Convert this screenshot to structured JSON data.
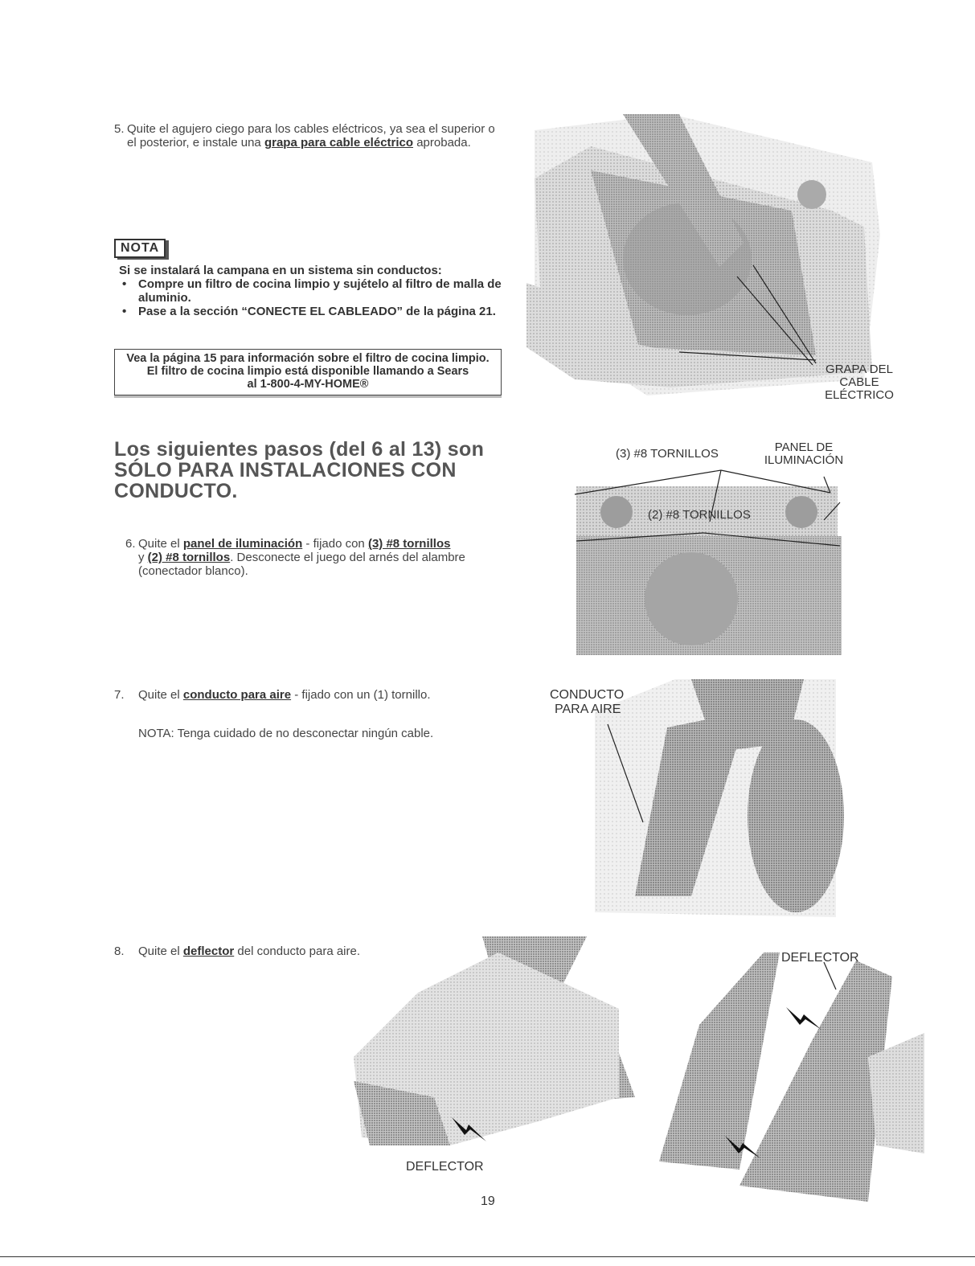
{
  "step5": {
    "num": "5.",
    "text_a": "Quite el agujero ciego para los cables eléctricos, ya sea el superior o el posterior, e instale una ",
    "link": "grapa para cable eléctrico",
    "text_b": " aprobada."
  },
  "nota": {
    "badge": "NOTA",
    "intro": "Si se instalará la campana en un sistema sin conductos:",
    "bullets": [
      "Compre un filtro de cocina limpio y sujételo al filtro de malla de aluminio.",
      "Pase a la sección “CONECTE EL CABLEADO” de la página 21."
    ],
    "box_line1": "Vea la página 15 para información sobre el filtro de cocina limpio.",
    "box_line2": "El filtro de cocina limpio está disponible llamando a Sears",
    "box_line3": "al 1-800-4-MY-HOME®"
  },
  "heading": {
    "line1": "Los siguientes pasos (del 6 al 13) son",
    "line2": "SÓLO PARA INSTALACIONES CON",
    "line3": "CONDUCTO."
  },
  "step6": {
    "num": "6.",
    "t1": "Quite el ",
    "l1": "panel de iluminación",
    "t2": " - fijado con ",
    "l2": "(3) #8 tornillos",
    "t3": "y ",
    "l3": "(2) #8 tornillos",
    "t4": ". Desconecte el juego del arnés del alambre (conectador blanco)."
  },
  "step7": {
    "num": "7.",
    "t1": "Quite el ",
    "l1": "conducto para aire",
    "t2": " - fijado con un (1) tornillo.",
    "note": "NOTA: Tenga cuidado de no desconectar ningún cable."
  },
  "step8": {
    "num": "8.",
    "t1": "Quite el ",
    "l1": "deflector",
    "t2": " del conducto para aire."
  },
  "labels": {
    "grapa_1": "GRAPA DEL",
    "grapa_2": "CABLE",
    "grapa_3": "ELÉCTRICO",
    "tornillos3": "(3) #8 TORNILLOS",
    "panel_1": "PANEL DE",
    "panel_2": "ILUMINACIÓN",
    "tornillos2": "(2) #8 TORNILLOS",
    "conducto_1": "CONDUCTO",
    "conducto_2": "PARA AIRE",
    "deflector_left": "DEFLECTOR",
    "deflector_right": "DEFLECTOR"
  },
  "page_number": "19"
}
